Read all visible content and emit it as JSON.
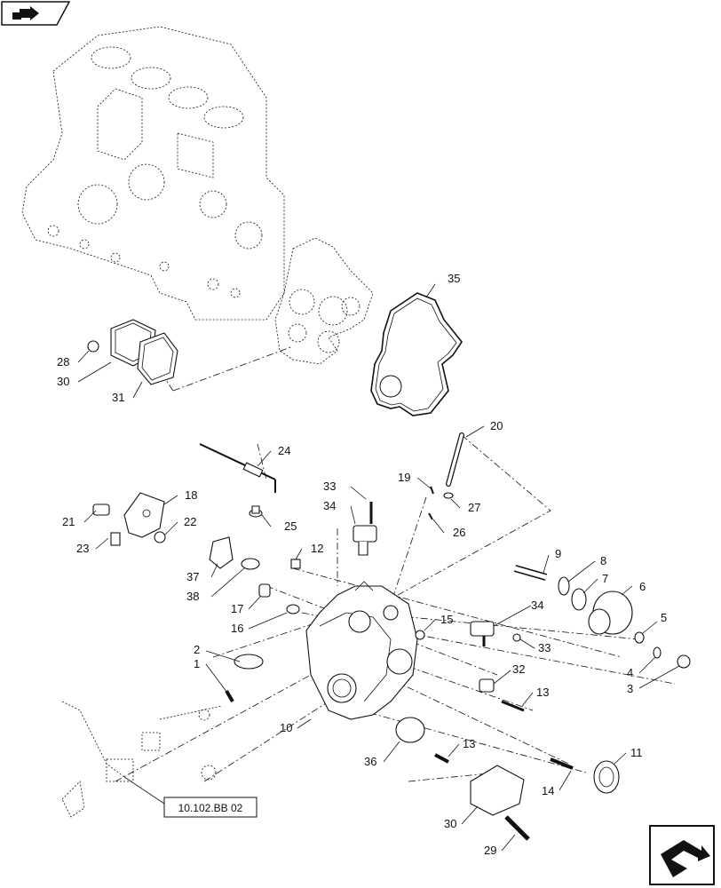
{
  "reference_box": {
    "text": "10.102.BB 02"
  },
  "callouts": [
    {
      "id": "35",
      "text": "35"
    },
    {
      "id": "28",
      "text": "28"
    },
    {
      "id": "30a",
      "text": "30"
    },
    {
      "id": "31",
      "text": "31"
    },
    {
      "id": "24",
      "text": "24"
    },
    {
      "id": "25",
      "text": "25"
    },
    {
      "id": "20",
      "text": "20"
    },
    {
      "id": "19",
      "text": "19"
    },
    {
      "id": "27",
      "text": "27"
    },
    {
      "id": "26",
      "text": "26"
    },
    {
      "id": "33a",
      "text": "33"
    },
    {
      "id": "34a",
      "text": "34"
    },
    {
      "id": "18",
      "text": "18"
    },
    {
      "id": "21",
      "text": "21"
    },
    {
      "id": "22",
      "text": "22"
    },
    {
      "id": "23",
      "text": "23"
    },
    {
      "id": "12",
      "text": "12"
    },
    {
      "id": "37",
      "text": "37"
    },
    {
      "id": "38",
      "text": "38"
    },
    {
      "id": "17",
      "text": "17"
    },
    {
      "id": "16",
      "text": "16"
    },
    {
      "id": "9",
      "text": "9"
    },
    {
      "id": "8",
      "text": "8"
    },
    {
      "id": "7",
      "text": "7"
    },
    {
      "id": "6",
      "text": "6"
    },
    {
      "id": "5",
      "text": "5"
    },
    {
      "id": "4",
      "text": "4"
    },
    {
      "id": "3",
      "text": "3"
    },
    {
      "id": "15",
      "text": "15"
    },
    {
      "id": "34b",
      "text": "34"
    },
    {
      "id": "33b",
      "text": "33"
    },
    {
      "id": "32",
      "text": "32"
    },
    {
      "id": "13a",
      "text": "13"
    },
    {
      "id": "2",
      "text": "2"
    },
    {
      "id": "1",
      "text": "1"
    },
    {
      "id": "10",
      "text": "10"
    },
    {
      "id": "36",
      "text": "36"
    },
    {
      "id": "13b",
      "text": "13"
    },
    {
      "id": "11",
      "text": "11"
    },
    {
      "id": "14",
      "text": "14"
    },
    {
      "id": "30b",
      "text": "30"
    },
    {
      "id": "29",
      "text": "29"
    }
  ]
}
